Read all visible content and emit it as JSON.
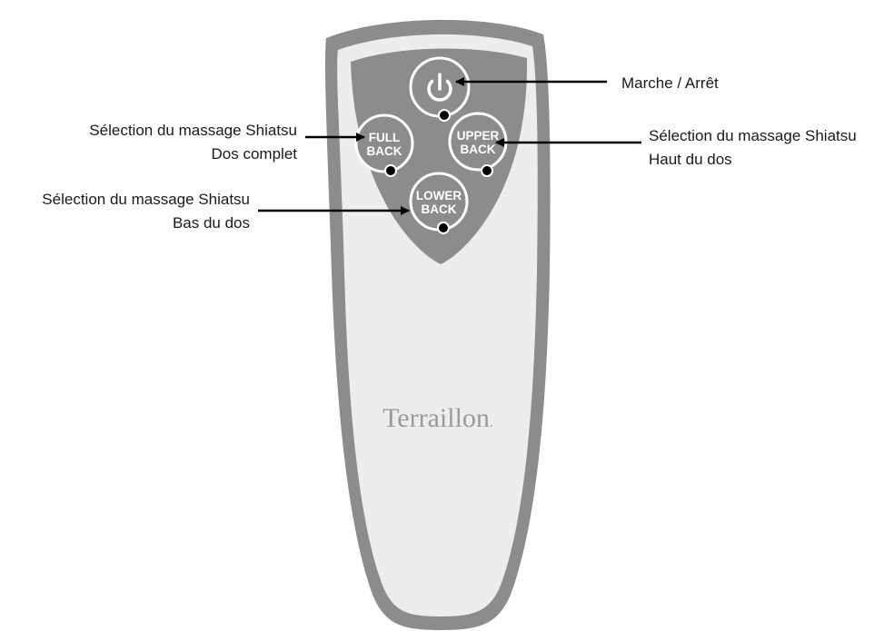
{
  "remote": {
    "brand": "Terraillon",
    "brand_mark": ".",
    "buttons": {
      "power": {
        "icon": "power-icon"
      },
      "full_back": {
        "line1": "FULL",
        "line2": "BACK"
      },
      "upper_back": {
        "line1": "UPPER",
        "line2": "BACK"
      },
      "lower_back": {
        "line1": "LOWER",
        "line2": "BACK"
      }
    }
  },
  "callouts": {
    "power": {
      "line1": "Marche / Arrêt"
    },
    "full_back": {
      "line1": "Sélection du massage Shiatsu",
      "line2": "Dos complet"
    },
    "upper_back": {
      "line1": "Sélection du massage Shiatsu",
      "line2": "Haut du dos"
    },
    "lower_back": {
      "line1": "Sélection du massage Shiatsu",
      "line2": "Bas du dos"
    }
  },
  "colors": {
    "shell_outer": "#8c8c8c",
    "shell_inner": "#ededed",
    "panel": "#8c8c8c",
    "button_outline": "#ffffff",
    "indicator_dot": "#000000",
    "callout_line": "#000000"
  }
}
